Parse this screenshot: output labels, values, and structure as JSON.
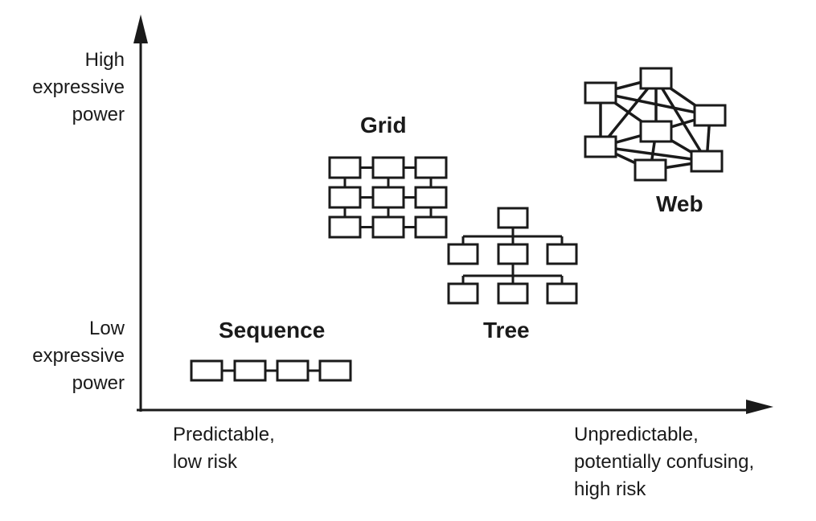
{
  "y_axis": {
    "high_label": "High\nexpressive\npower",
    "low_label": "Low\nexpressive\npower"
  },
  "x_axis": {
    "left_label": "Predictable,\nlow risk",
    "right_label": "Unpredictable,\npotentially confusing,\nhigh risk"
  },
  "structures": {
    "sequence": "Sequence",
    "grid": "Grid",
    "tree": "Tree",
    "web": "Web"
  },
  "colors": {
    "ink": "#1a1a1a",
    "box_fill": "#ffffff"
  }
}
